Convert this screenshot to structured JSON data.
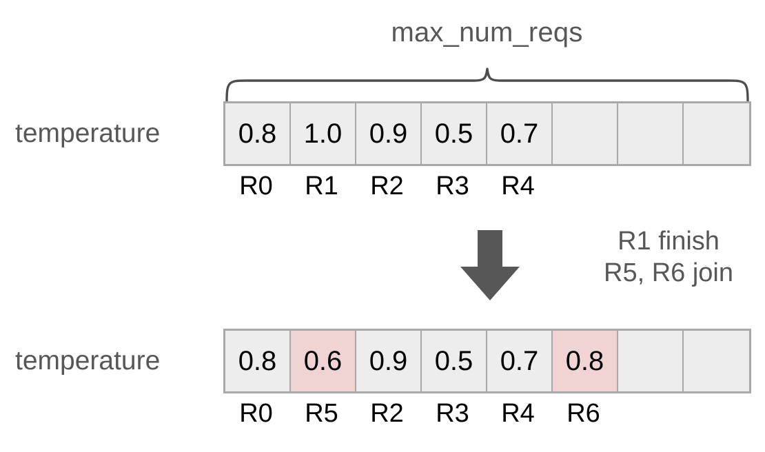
{
  "diagram": {
    "title": "max_num_reqs",
    "annotation": {
      "line1": "R1 finish",
      "line2": "R5, R6 join"
    },
    "colors": {
      "cell_fill": "#ededed",
      "cell_border": "#a8a8a8",
      "highlight_fill": "#f0d3d3",
      "text_gray": "#575757",
      "text_black": "#000000",
      "arrow_fill": "#575757",
      "background": "#ffffff"
    },
    "rows": [
      {
        "label": "temperature",
        "cells": [
          {
            "value": "0.8",
            "highlight": false,
            "empty": false
          },
          {
            "value": "1.0",
            "highlight": false,
            "empty": false
          },
          {
            "value": "0.9",
            "highlight": false,
            "empty": false
          },
          {
            "value": "0.5",
            "highlight": false,
            "empty": false
          },
          {
            "value": "0.7",
            "highlight": false,
            "empty": false
          },
          {
            "value": "",
            "highlight": false,
            "empty": true
          },
          {
            "value": "",
            "highlight": false,
            "empty": true
          },
          {
            "value": "",
            "highlight": false,
            "empty": true
          }
        ],
        "ids": [
          "R0",
          "R1",
          "R2",
          "R3",
          "R4",
          "",
          "",
          ""
        ]
      },
      {
        "label": "temperature",
        "cells": [
          {
            "value": "0.8",
            "highlight": false,
            "empty": false
          },
          {
            "value": "0.6",
            "highlight": true,
            "empty": false
          },
          {
            "value": "0.9",
            "highlight": false,
            "empty": false
          },
          {
            "value": "0.5",
            "highlight": false,
            "empty": false
          },
          {
            "value": "0.7",
            "highlight": false,
            "empty": false
          },
          {
            "value": "0.8",
            "highlight": true,
            "empty": false
          },
          {
            "value": "",
            "highlight": false,
            "empty": true
          },
          {
            "value": "",
            "highlight": false,
            "empty": true
          }
        ],
        "ids": [
          "R0",
          "R5",
          "R2",
          "R3",
          "R4",
          "R6",
          "",
          ""
        ]
      }
    ]
  }
}
